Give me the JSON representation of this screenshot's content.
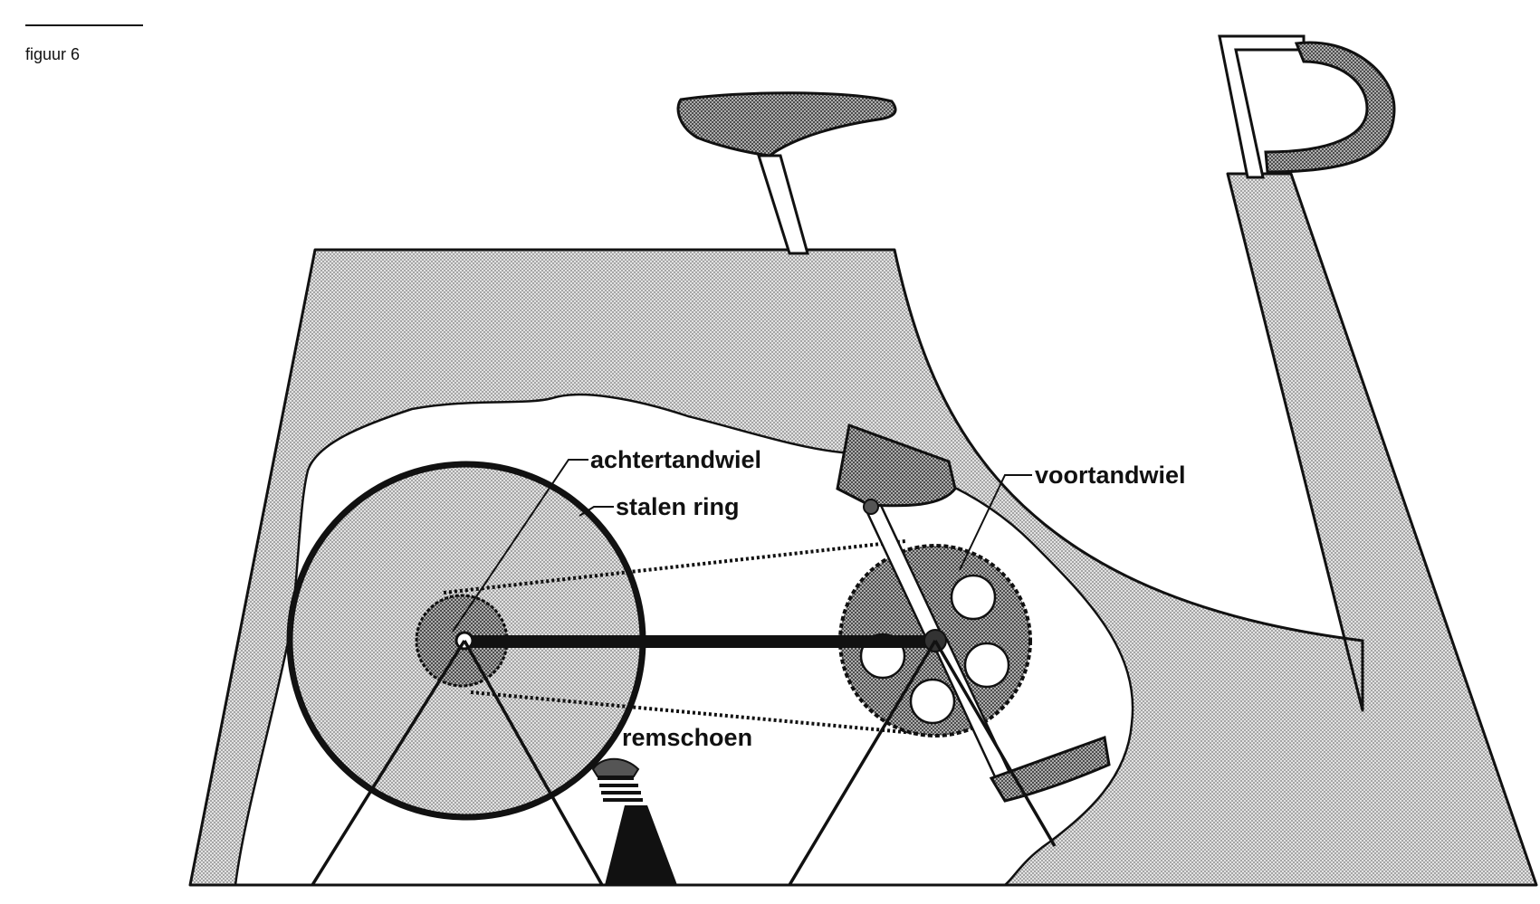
{
  "figure": {
    "label": "figuur 6"
  },
  "labels": {
    "rear_sprocket": "achtertandwiel",
    "steel_ring": "stalen ring",
    "front_sprocket": "voortandwiel",
    "brake_shoe": "remschoen"
  },
  "colors": {
    "ink": "#111111",
    "frame_fill": "#c8c8c8",
    "wheel_fill": "#cfcfcf",
    "sprocket_fill": "#9a9a9a",
    "background": "#ffffff"
  }
}
